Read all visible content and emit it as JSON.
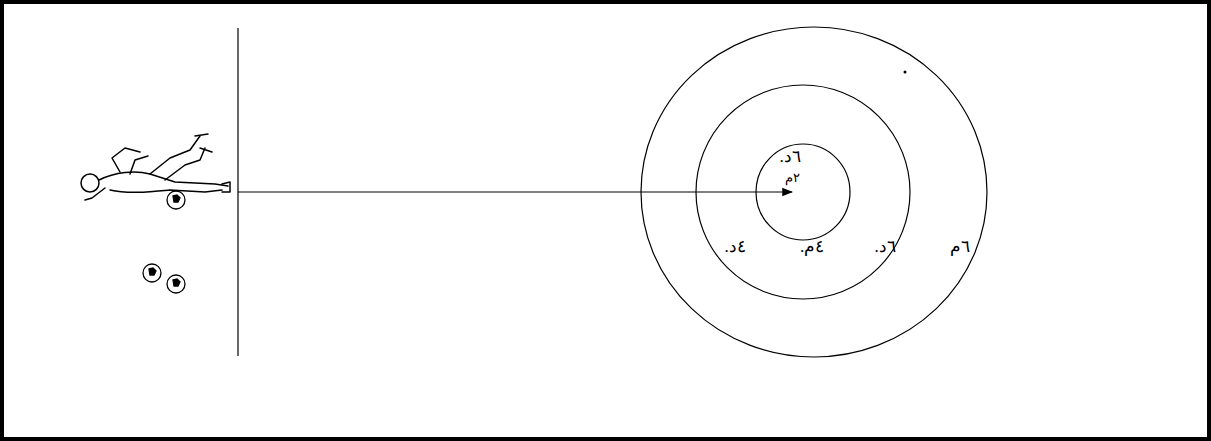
{
  "diagram": {
    "labels": [
      "٦د.",
      "٢م",
      "٤د.",
      "٤م.",
      "٦د.",
      "٦م"
    ]
  }
}
